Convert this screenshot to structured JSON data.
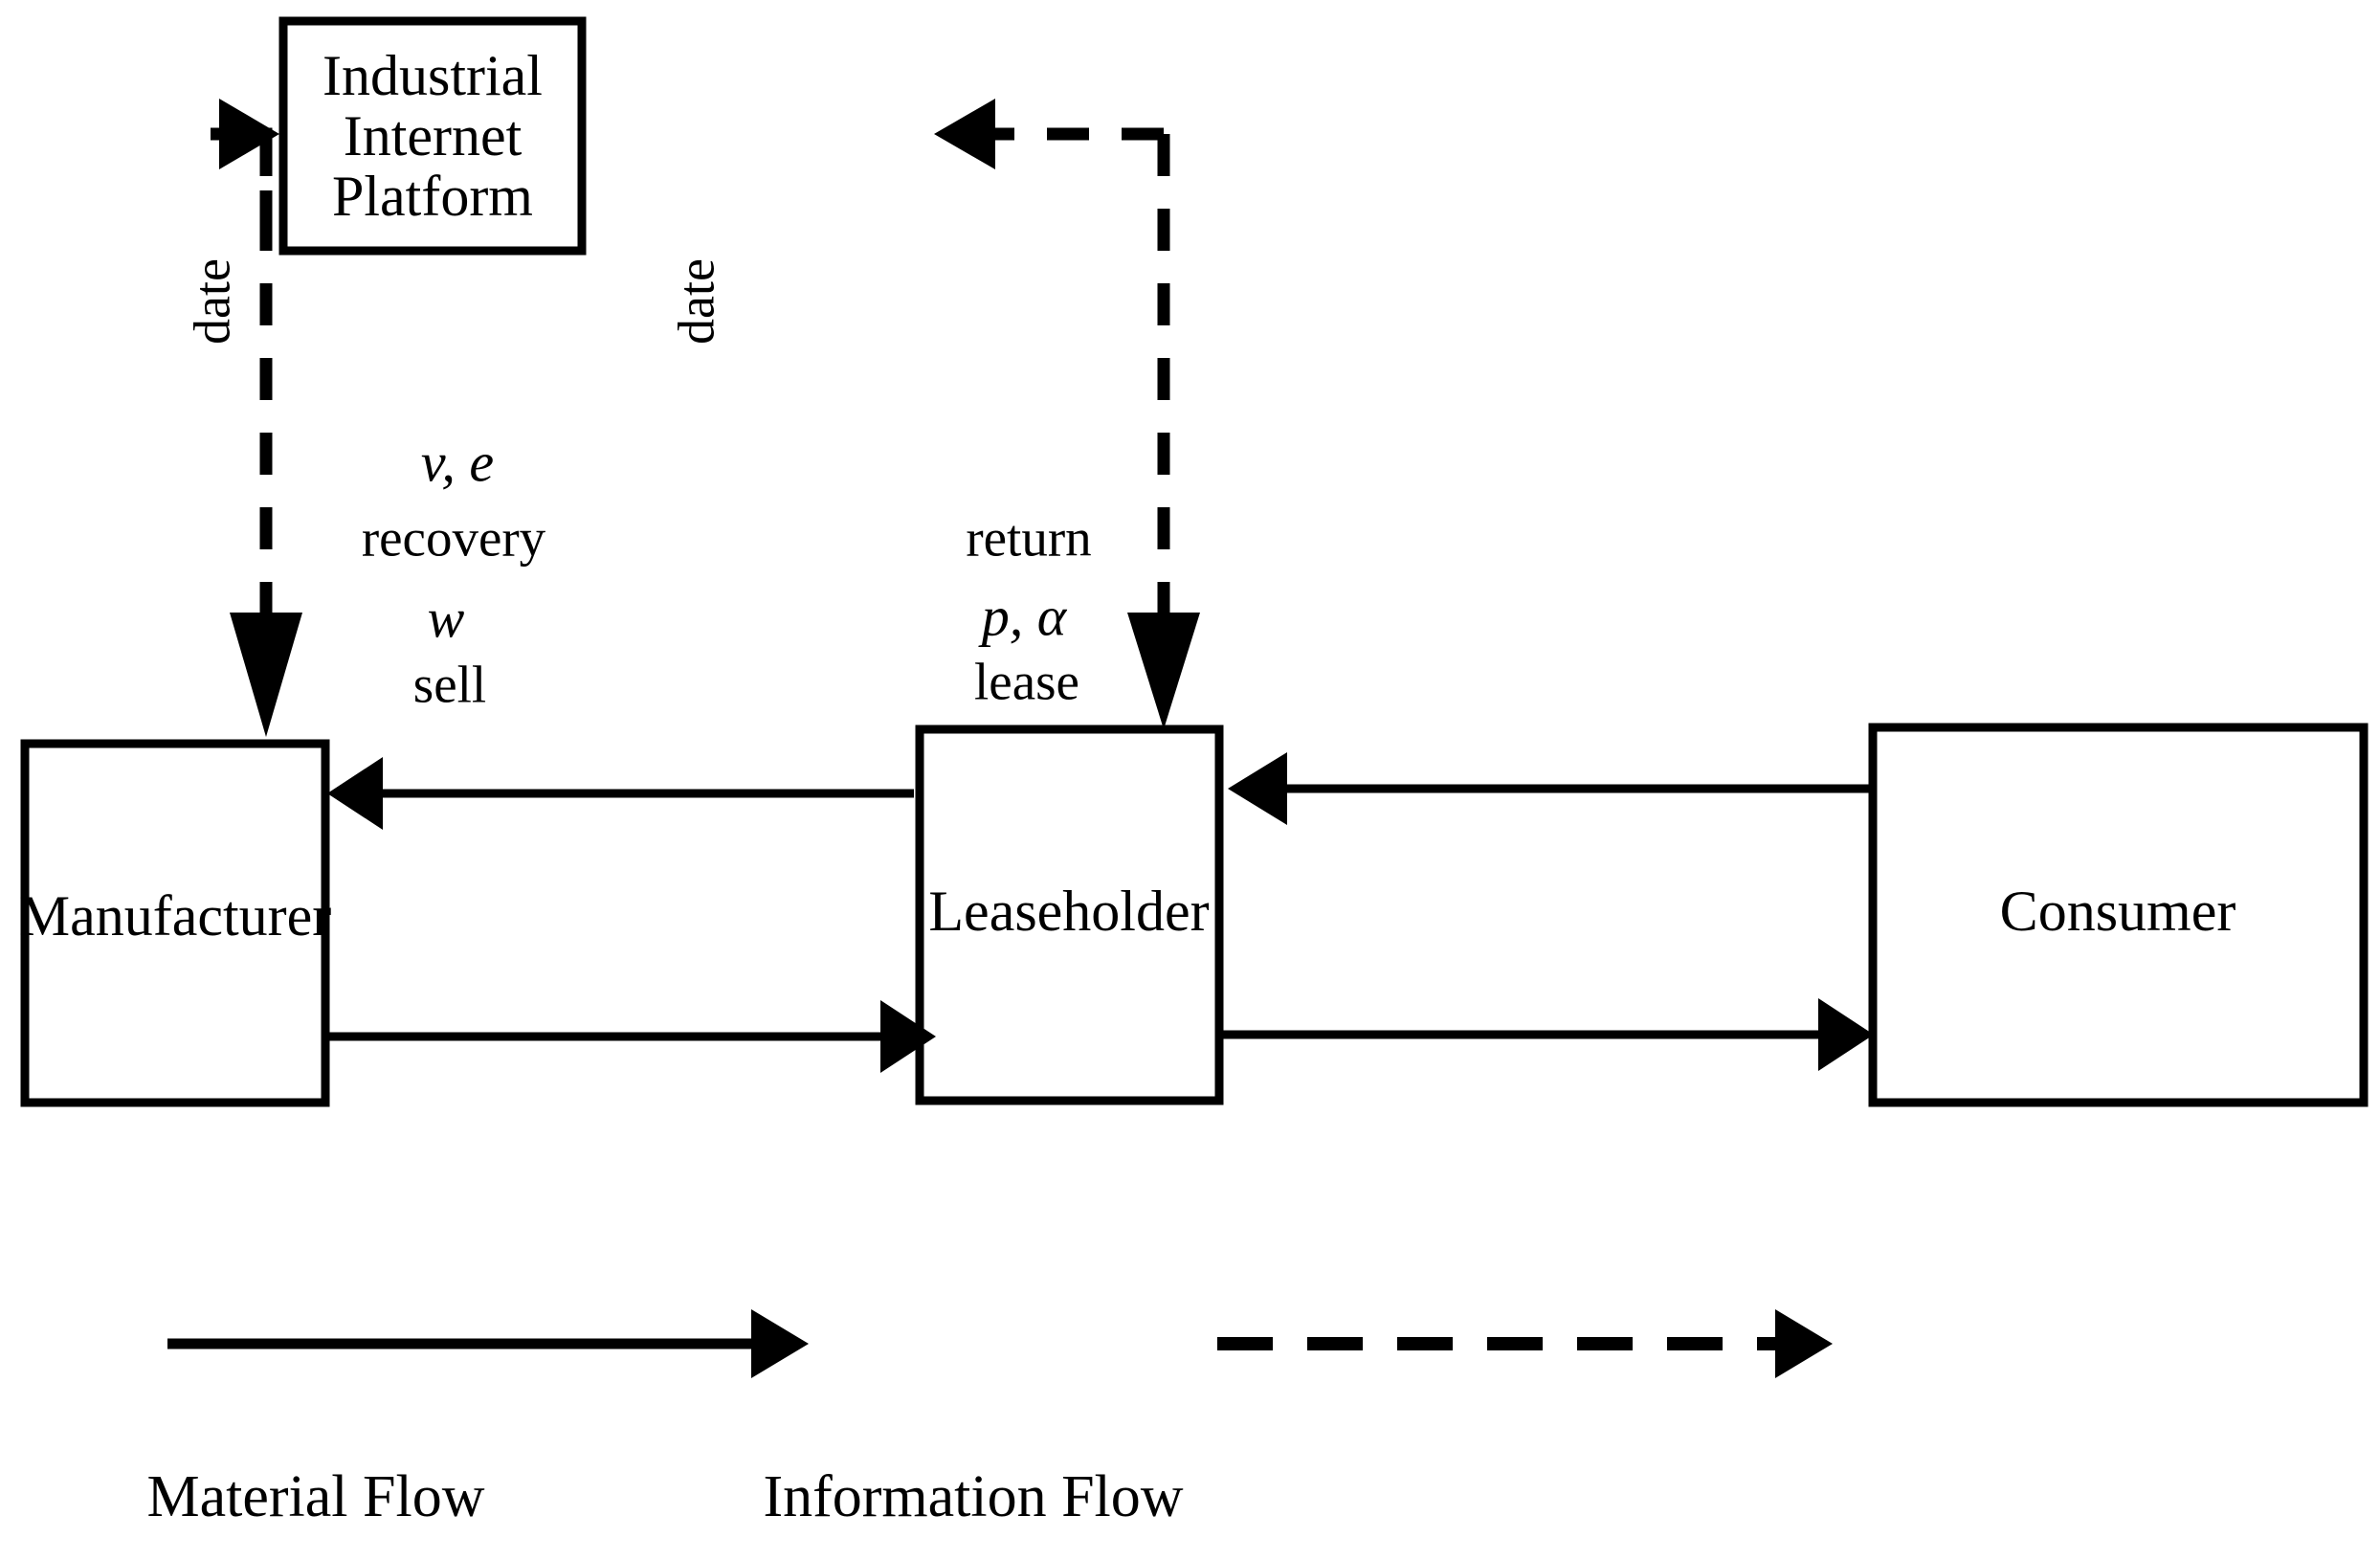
{
  "diagram": {
    "title": "Industrial Internet Platform leasing supply chain structure",
    "nodes": {
      "platform": "Industrial\nInternet\nPlatform",
      "platform_line1": "Industrial",
      "platform_line2": "Internet",
      "platform_line3": "Platform",
      "manufacturer": "Manufacturer",
      "leaseholder": "Leaseholder",
      "consumer": "Consumer"
    },
    "edges": {
      "manufacturer_to_platform_label": "date",
      "leaseholder_to_platform_label": "date",
      "recovery_symbol": "v, e",
      "recovery_label": "recovery",
      "sell_symbol": "w",
      "sell_label": "sell",
      "return_label": "return",
      "lease_symbol": "p, α",
      "lease_label": "lease"
    },
    "legend": {
      "material_flow": "Material Flow",
      "information_flow": "Information Flow"
    },
    "colors": {
      "stroke": "#000000",
      "fill": "#ffffff",
      "background": "#ffffff"
    }
  }
}
